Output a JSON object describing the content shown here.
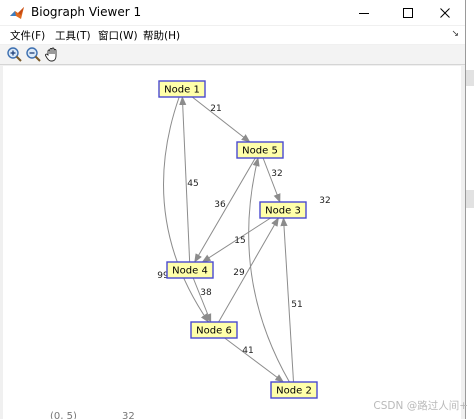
{
  "window": {
    "title": "Biograph Viewer 1",
    "controls": {
      "minimize": "—",
      "maximize": "☐",
      "close": "✕"
    }
  },
  "menu": {
    "items": [
      "文件(F)",
      "工具(T)",
      "窗口(W)",
      "帮助(H)"
    ],
    "pin": "↘"
  },
  "toolbar": {
    "tools": [
      "zoom-in",
      "zoom-out",
      "pan-hand"
    ]
  },
  "graph": {
    "nodes": [
      {
        "id": "node1",
        "label": "Node 1"
      },
      {
        "id": "node5",
        "label": "Node 5"
      },
      {
        "id": "node3",
        "label": "Node 3"
      },
      {
        "id": "node4",
        "label": "Node 4"
      },
      {
        "id": "node6",
        "label": "Node 6"
      },
      {
        "id": "node2",
        "label": "Node 2"
      }
    ],
    "edges": [
      {
        "from": "Node 1",
        "to": "Node 5",
        "weight": "21"
      },
      {
        "from": "Node 5",
        "to": "Node 3",
        "weight": "32"
      },
      {
        "from": "Node 5",
        "to": "Node 4",
        "weight": "36"
      },
      {
        "from": "Node 4",
        "to": "Node 1",
        "weight": "45"
      },
      {
        "from": "Node 3",
        "to": "Node 4",
        "weight": "15"
      },
      {
        "from": "Node 6",
        "to": "Node 3",
        "weight": "29"
      },
      {
        "from": "Node 4",
        "to": "Node 6",
        "weight": "38"
      },
      {
        "from": "Node 1",
        "to": "Node 6",
        "weight": "99"
      },
      {
        "from": "Node 2",
        "to": "Node 3",
        "weight": "51"
      },
      {
        "from": "Node 2",
        "to": "Node 5",
        "weight": "32"
      },
      {
        "from": "Node 6",
        "to": "Node 2",
        "weight": "41"
      }
    ]
  },
  "colors": {
    "node_fill": "#ffffaa",
    "node_border": "#4a4ad0",
    "edge": "#8c8c8c"
  },
  "watermark": "CSDN @路过人间+",
  "bottom_fragments": {
    "left": "(0, 5)",
    "right": "32"
  }
}
